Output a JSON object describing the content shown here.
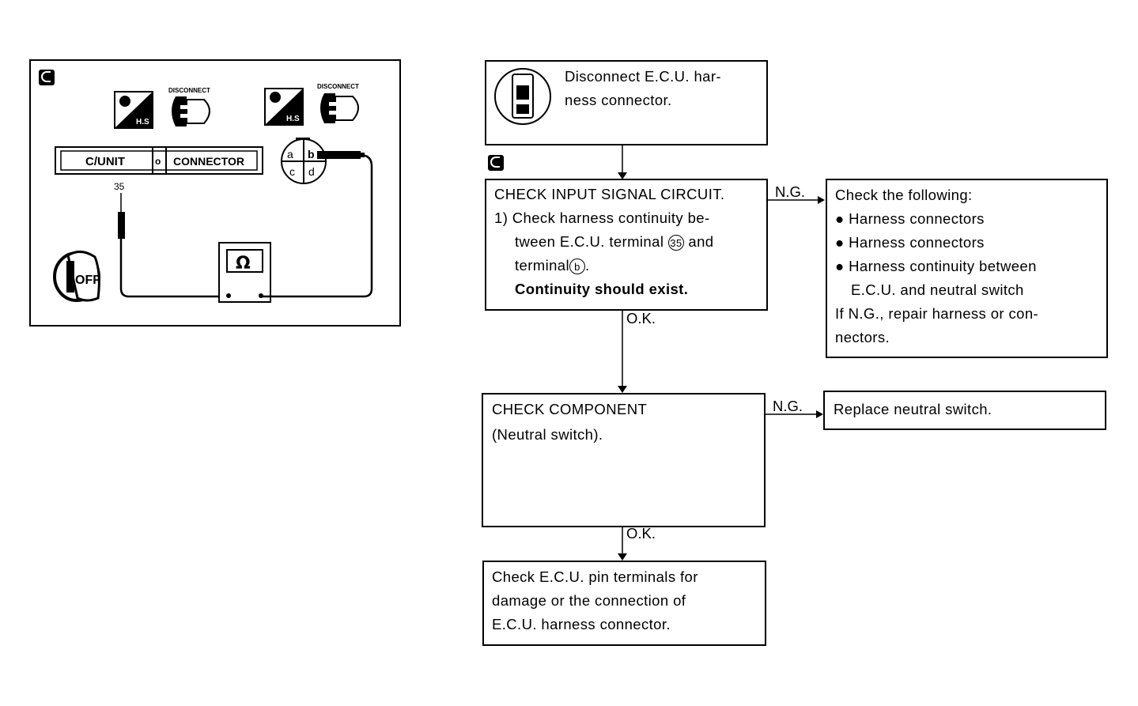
{
  "figure": {
    "badge": "C",
    "unit_label": "C/UNIT",
    "connector_label": "CONNECTOR",
    "center_mark": "o",
    "disconnect_label_1": "DISCONNECT",
    "disconnect_label_2": "DISCONNECT",
    "terminal_label": "35",
    "ohm_symbol": "Ω",
    "pins": [
      "a",
      "b",
      "c",
      "d"
    ],
    "key_label": "OFF",
    "hs_label_1": "H.S",
    "hs_label_2": "H.S"
  },
  "flow": {
    "step1": {
      "line1": "Disconnect E.C.U. har-",
      "line2": "ness connector."
    },
    "badge": "C",
    "step2": {
      "title": "CHECK INPUT SIGNAL CIRCUIT.",
      "line1": "1) Check harness continuity be-",
      "line2_pre": "tween E.C.U. terminal",
      "terminal_a": "35",
      "line2_post": "and",
      "line3_pre": "terminal",
      "terminal_b": "b",
      "line3_post": ".",
      "line4": "Continuity should exist."
    },
    "ng1": "N.G.",
    "ok1": "O.K.",
    "ng_box1": {
      "line1": "Check the following:",
      "line2": "● Harness connectors",
      "line3": "● Harness connectors",
      "line4": "● Harness continuity between",
      "line5": "E.C.U. and neutral switch",
      "line6": "If N.G., repair harness or con-",
      "line7": "nectors."
    },
    "step3": {
      "line1": "CHECK COMPONENT",
      "line2": "(Neutral switch)."
    },
    "ng2": "N.G.",
    "ok2": "O.K.",
    "ng_box2": {
      "line1": "Replace neutral switch."
    },
    "step4": {
      "line1": "Check E.C.U. pin terminals for",
      "line2": "damage or the connection of",
      "line3": "E.C.U. harness connector."
    }
  }
}
